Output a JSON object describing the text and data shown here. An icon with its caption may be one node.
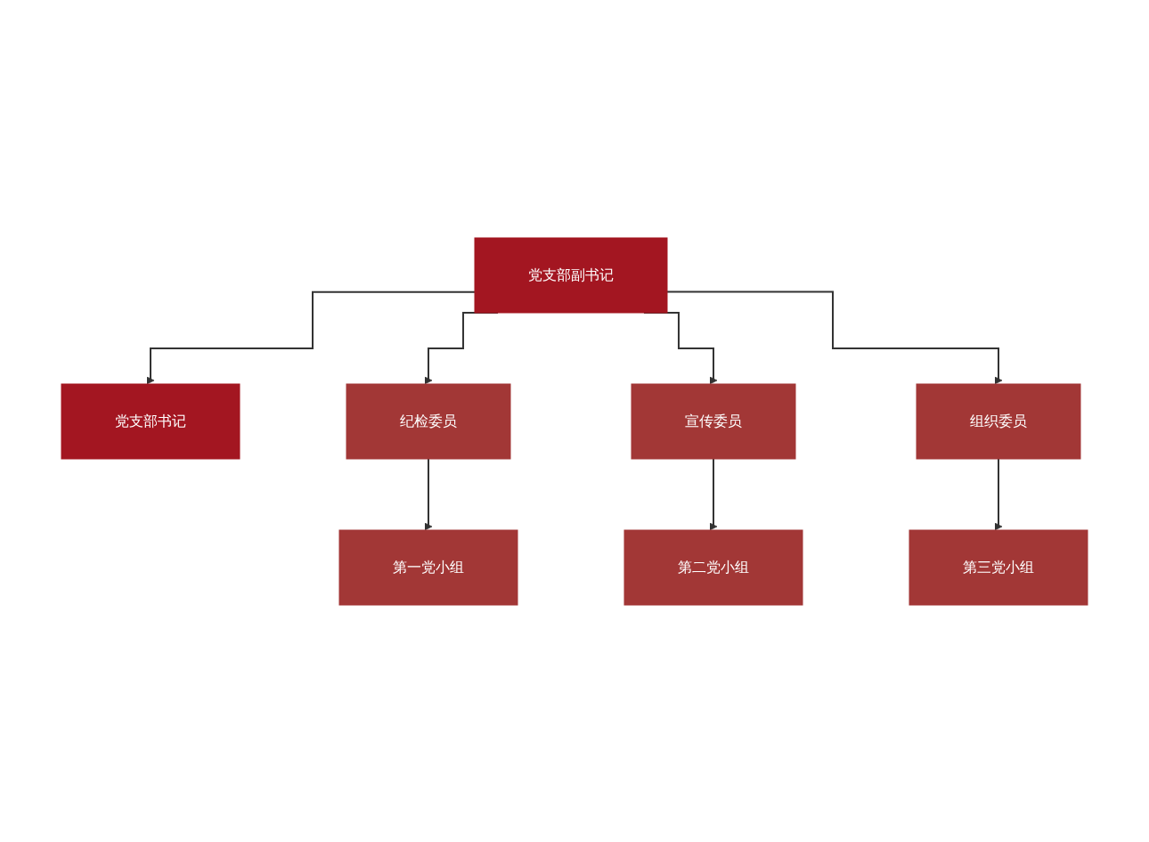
{
  "diagram": {
    "nodes": [
      {
        "text": [
          "党支部书记"
        ]
      },
      {
        "text": [
          "党支部副书记"
        ]
      },
      {
        "text": [
          "纪检委员"
        ]
      },
      {
        "text": [
          "宣传委员"
        ]
      },
      {
        "text": [
          "组织委员"
        ]
      },
      {
        "text": [
          "第一党小组"
        ]
      },
      {
        "text": [
          "第二党小组"
        ]
      },
      {
        "text": [
          "第三党小组"
        ]
      }
    ],
    "edges": [
      {
        "from": 1,
        "to": 0,
        "arrow": "to"
      },
      {
        "from": 1,
        "to": 2,
        "arrow": "to"
      },
      {
        "from": 1,
        "to": 3,
        "arrow": "to"
      },
      {
        "from": 1,
        "to": 4,
        "arrow": "to"
      },
      {
        "from": 2,
        "to": 5,
        "arrow": "to"
      },
      {
        "from": 3,
        "to": 6,
        "arrow": "to"
      },
      {
        "from": 4,
        "to": 7,
        "arrow": "to"
      }
    ]
  }
}
